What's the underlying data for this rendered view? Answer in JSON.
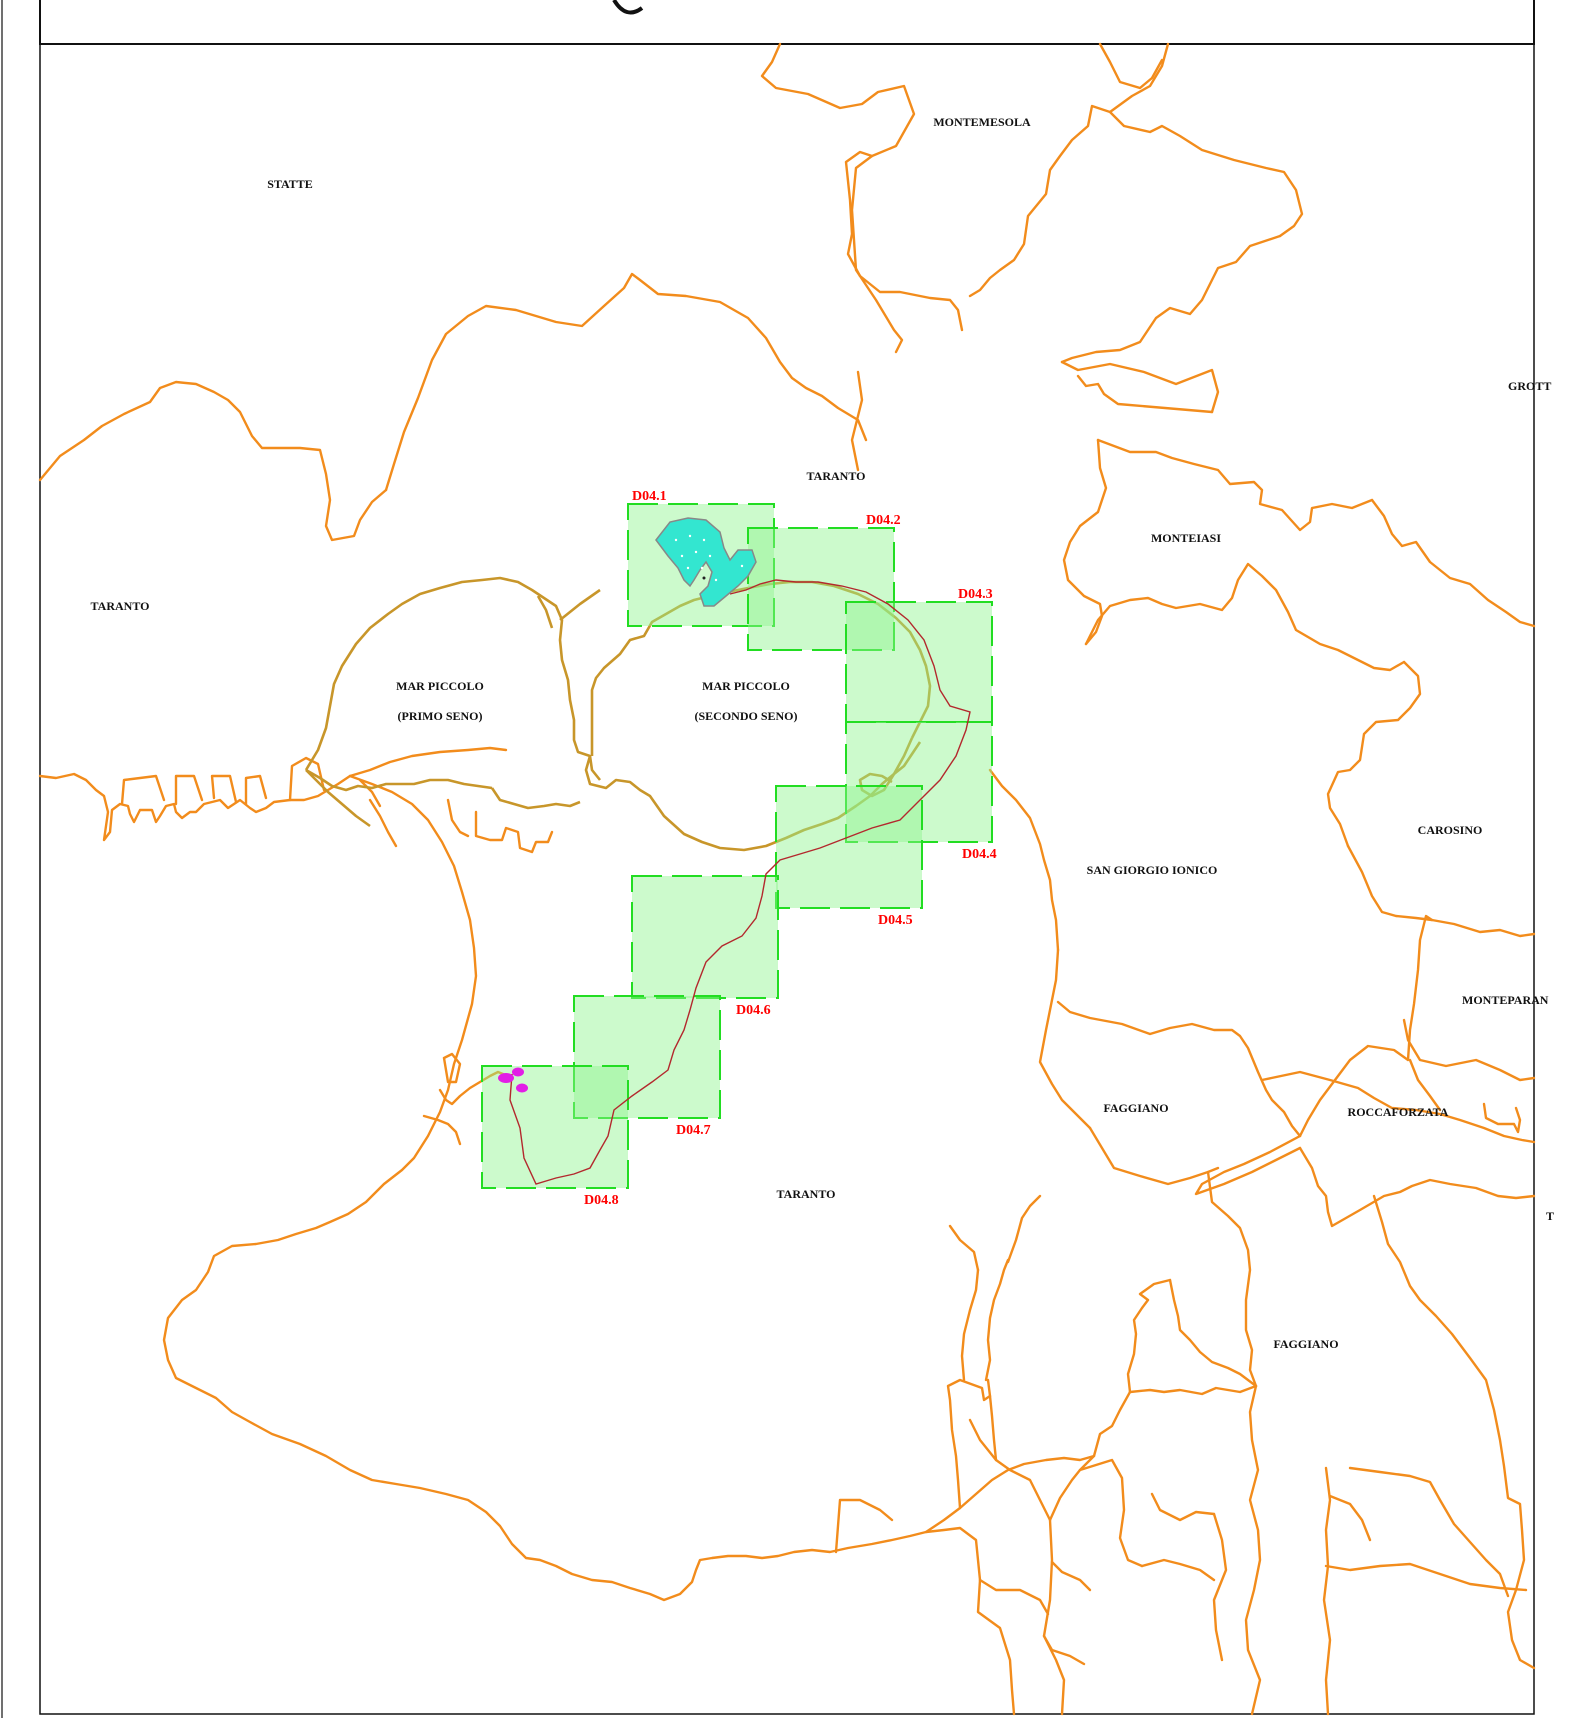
{
  "colors": {
    "boundary": "#f28c1c",
    "coastline": "#c8962a",
    "sheet_fill": "#8ef58e",
    "sheet_stroke": "#22dd22",
    "sheet_label": "#ff0000",
    "route": "#b3282d",
    "basin": "#33e6d0",
    "marker": "#e21ee6"
  },
  "places": {
    "statte": "STATTE",
    "montemesola": "MONTEMESOLA",
    "taranto_north": "TARANTO",
    "taranto_west": "TARANTO",
    "taranto_south": "TARANTO",
    "grottaglie": "GROTT",
    "monteiasi": "MONTEIASI",
    "carosino": "CAROSINO",
    "san_giorgio": "SAN GIORGIO IONICO",
    "monteparano": "MONTEPARAN",
    "faggiano_north": "FAGGIANO",
    "faggiano_south": "FAGGIANO",
    "roccaforzata": "ROCCAFORZATA",
    "cut_t": "T",
    "mar_piccolo_1_line1": "MAR PICCOLO",
    "mar_piccolo_1_line2": "(PRIMO SENO)",
    "mar_piccolo_2_line1": "MAR PICCOLO",
    "mar_piccolo_2_line2": "(SECONDO SENO)"
  },
  "sheets": [
    "D04.1",
    "D04.2",
    "D04.3",
    "D04.4",
    "D04.5",
    "D04.6",
    "D04.7",
    "D04.8"
  ]
}
